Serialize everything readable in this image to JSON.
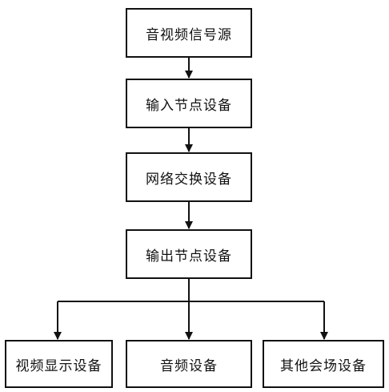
{
  "nodes": {
    "source": "音视频信号源",
    "input_node": "输入节点设备",
    "network_switch": "网络交换设备",
    "output_node": "输出节点设备",
    "video_display": "视频显示设备",
    "audio": "音频设备",
    "other_venue": "其他会场设备"
  },
  "colors": {
    "line": "#111111",
    "border": "#111111",
    "background": "#ffffff"
  }
}
